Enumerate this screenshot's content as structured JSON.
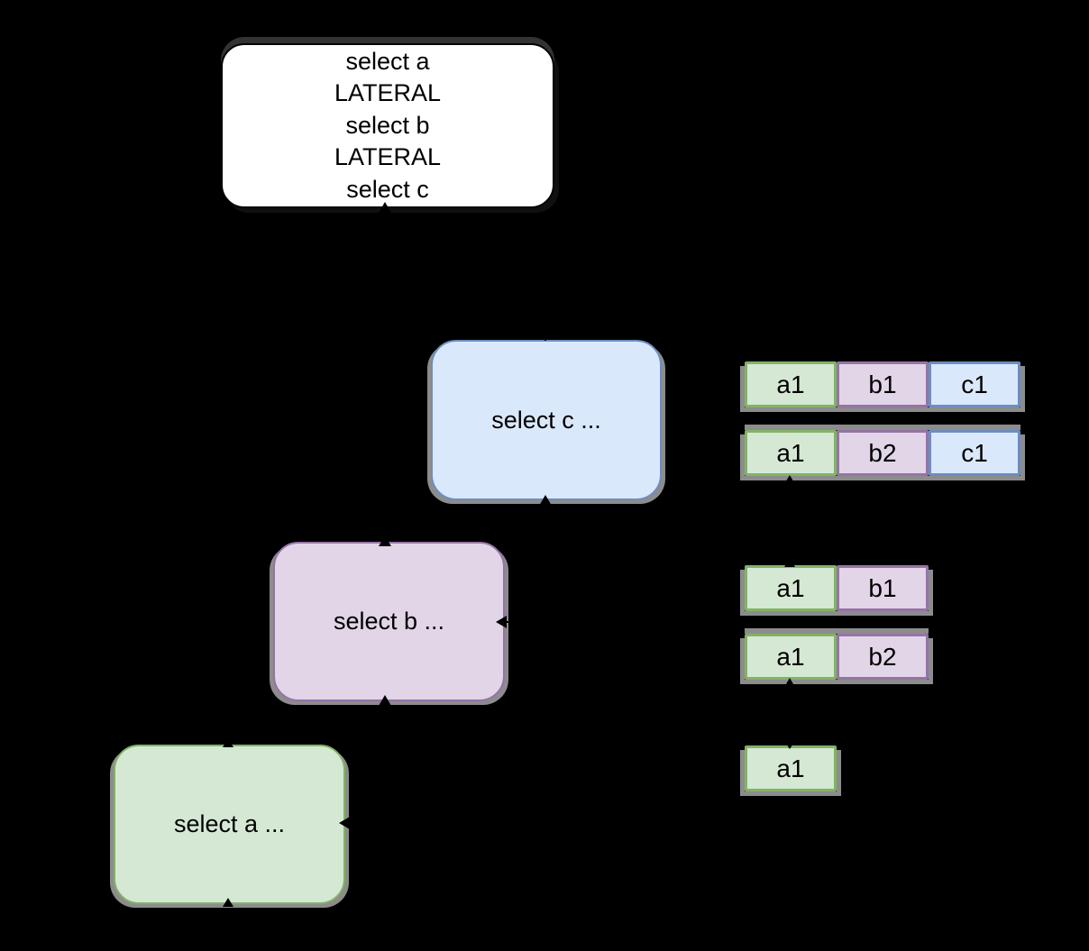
{
  "palette": {
    "background": "#000000",
    "green_fill": "#d5e8d4",
    "green_stroke": "#82b366",
    "purple_fill": "#e1d5e7",
    "purple_stroke": "#9673a6",
    "blue_fill": "#dae8fc",
    "blue_stroke": "#6c8ebf",
    "white_fill": "#ffffff",
    "node_text": "#000000",
    "shadow_gray": "#8c8c8c",
    "query_shadow": "#333333"
  },
  "query_node": {
    "lines": [
      "select a",
      "LATERAL",
      "select b",
      "LATERAL",
      "select c"
    ]
  },
  "nodes": {
    "select_c": {
      "label": "select c ..."
    },
    "select_b": {
      "label": "select b ..."
    },
    "select_a": {
      "label": "select a ..."
    }
  },
  "result_rows": [
    {
      "cells": [
        {
          "text": "a1",
          "color": "green"
        },
        {
          "text": "b1",
          "color": "purple"
        },
        {
          "text": "c1",
          "color": "blue"
        }
      ]
    },
    {
      "cells": [
        {
          "text": "a1",
          "color": "green"
        },
        {
          "text": "b2",
          "color": "purple"
        },
        {
          "text": "c1",
          "color": "blue"
        }
      ]
    },
    {
      "cells": [
        {
          "text": "a1",
          "color": "green"
        },
        {
          "text": "b1",
          "color": "purple"
        }
      ]
    },
    {
      "cells": [
        {
          "text": "a1",
          "color": "green"
        },
        {
          "text": "b2",
          "color": "purple"
        }
      ]
    },
    {
      "cells": [
        {
          "text": "a1",
          "color": "green"
        }
      ]
    }
  ]
}
